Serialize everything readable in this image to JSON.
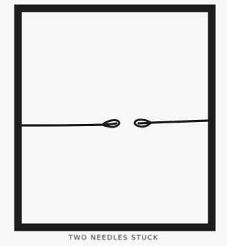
{
  "figure": {
    "caption": "TWO NEEDLES STUCK",
    "frame": "square-frame",
    "string": "loop-string"
  },
  "colors": {
    "ink": "#1c1c1c",
    "paper": "#f7f7f5"
  }
}
